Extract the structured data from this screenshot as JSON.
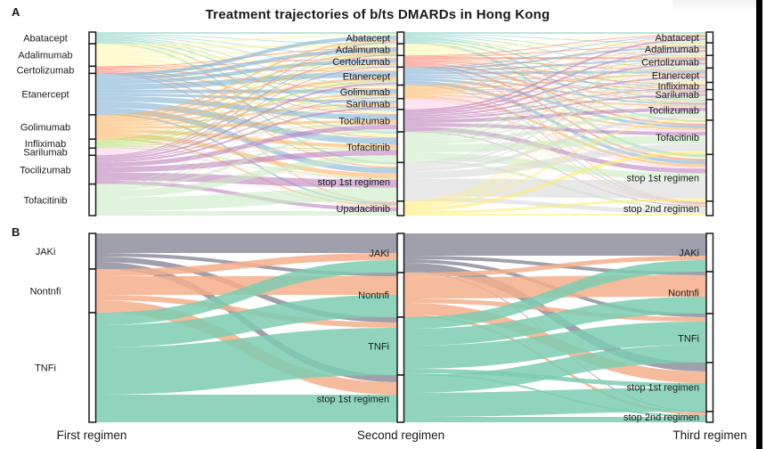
{
  "title": "Treatment trajectories of b/ts DMARDs in Hong Kong",
  "panels": [
    {
      "letter": "A"
    },
    {
      "letter": "B"
    }
  ],
  "axis_labels": [
    "First regimen",
    "Second regimen",
    "Third regimen"
  ],
  "chart_data": [
    {
      "panel": "A",
      "type": "sankey",
      "description": "Alluvial diagram of individual b/ts DMARD treatment trajectories across first, second and third regimens; flow values are relative band thicknesses read from the figure",
      "flow_format": "stages[s].matrix[sourceIndex][targetIndex] = flow from columns[s].nodes[sourceIndex] to columns[s+1].nodes[targetIndex]",
      "columns": [
        {
          "stage": "First regimen",
          "nodes": [
            {
              "label": "Abatacept",
              "color": "#8DD3C7"
            },
            {
              "label": "Adalimumab",
              "color": "#FBF7AC"
            },
            {
              "label": "Certolizumab",
              "color": "#FB8072"
            },
            {
              "label": "Etanercept",
              "color": "#80B1D3"
            },
            {
              "label": "Golimumab",
              "color": "#FDB462"
            },
            {
              "label": "Infliximab",
              "color": "#B3DE69"
            },
            {
              "label": "Sarilumab",
              "color": "#FCCDE5"
            },
            {
              "label": "Tocilizumab",
              "color": "#BC80BD"
            },
            {
              "label": "Tofacitinib",
              "color": "#CCEBC5"
            }
          ]
        },
        {
          "stage": "Second regimen",
          "nodes": [
            {
              "label": "Abatacept",
              "color": "#8DD3C7"
            },
            {
              "label": "Adalimumab",
              "color": "#FBF7AC"
            },
            {
              "label": "Certolizumab",
              "color": "#FB8072"
            },
            {
              "label": "Etanercept",
              "color": "#80B1D3"
            },
            {
              "label": "Golimumab",
              "color": "#FDB462"
            },
            {
              "label": "Sarilumab",
              "color": "#FCCDE5"
            },
            {
              "label": "Tocilizumab",
              "color": "#BC80BD"
            },
            {
              "label": "Tofacitinib",
              "color": "#CCEBC5"
            },
            {
              "label": "stop 1st regimen",
              "color": "#D9D9D9"
            },
            {
              "label": "Upadacitinib",
              "color": "#FFED6F"
            }
          ]
        },
        {
          "stage": "Third regimen",
          "nodes": [
            {
              "label": "Abatacept",
              "color": "#8DD3C7"
            },
            {
              "label": "Adalimumab",
              "color": "#FBF7AC"
            },
            {
              "label": "Certolizumab",
              "color": "#FB8072"
            },
            {
              "label": "Etanercept",
              "color": "#80B1D3"
            },
            {
              "label": "Infliximab",
              "color": "#B3DE69"
            },
            {
              "label": "Sarilumab",
              "color": "#FCCDE5"
            },
            {
              "label": "Tocilizumab",
              "color": "#BC80BD"
            },
            {
              "label": "Tofacitinib",
              "color": "#CCEBC5"
            },
            {
              "label": "stop 1st regimen",
              "color": "#D9D9D9"
            },
            {
              "label": "stop 2nd regimen",
              "color": "#BDBDBD"
            }
          ]
        }
      ],
      "stages": [
        {
          "matrix": [
            [
              2,
              1,
              1,
              1,
              1,
              1,
              2,
              2,
              2,
              0
            ],
            [
              2,
              3,
              2,
              3,
              3,
              1,
              3,
              4,
              3,
              1
            ],
            [
              0,
              1,
              1,
              1,
              1,
              0,
              1,
              1,
              1,
              1
            ],
            [
              4,
              4,
              4,
              6,
              4,
              3,
              6,
              7,
              6,
              2
            ],
            [
              2,
              2,
              2,
              3,
              2,
              2,
              3,
              4,
              5,
              2
            ],
            [
              1,
              1,
              1,
              2,
              1,
              1,
              1,
              1,
              1,
              0
            ],
            [
              0,
              0,
              1,
              1,
              1,
              1,
              1,
              1,
              1,
              1
            ],
            [
              1,
              1,
              1,
              2,
              1,
              2,
              5,
              6,
              9,
              4
            ],
            [
              1,
              0,
              0,
              1,
              1,
              1,
              3,
              8,
              15,
              5
            ]
          ]
        },
        {
          "matrix": [
            [
              2,
              1,
              1,
              1,
              0,
              1,
              2,
              2,
              3,
              0
            ],
            [
              1,
              2,
              1,
              1,
              2,
              0,
              1,
              2,
              2,
              1
            ],
            [
              1,
              1,
              2,
              1,
              1,
              1,
              1,
              2,
              2,
              1
            ],
            [
              1,
              2,
              2,
              3,
              1,
              1,
              2,
              3,
              4,
              1
            ],
            [
              1,
              1,
              1,
              2,
              1,
              1,
              2,
              2,
              3,
              1
            ],
            [
              1,
              1,
              1,
              1,
              1,
              1,
              1,
              2,
              2,
              1
            ],
            [
              2,
              2,
              2,
              2,
              1,
              2,
              4,
              4,
              5,
              1
            ],
            [
              1,
              2,
              2,
              2,
              1,
              2,
              4,
              9,
              8,
              3
            ],
            [
              1,
              1,
              1,
              2,
              0,
              1,
              4,
              8,
              20,
              5
            ],
            [
              1,
              1,
              1,
              1,
              0,
              1,
              2,
              4,
              3,
              2
            ]
          ]
        }
      ]
    },
    {
      "panel": "B",
      "type": "sankey",
      "description": "Alluvial diagram of treatment trajectories grouped by drug class (JAKi, non-TNFi, TNFi); flow values are relative band thicknesses read from the figure",
      "flow_format": "stages[s].matrix[sourceIndex][targetIndex] = flow from columns[s].nodes[sourceIndex] to columns[s+1].nodes[targetIndex]",
      "columns": [
        {
          "stage": "First regimen",
          "nodes": [
            {
              "label": "JAKi",
              "color": "#8F8F9E"
            },
            {
              "label": "Nontnfi",
              "color": "#F5AF8B"
            },
            {
              "label": "TNFi",
              "color": "#7CCDB2"
            }
          ]
        },
        {
          "stage": "Second regimen",
          "nodes": [
            {
              "label": "JAKi",
              "color": "#8F8F9E"
            },
            {
              "label": "Nontnfi",
              "color": "#F5AF8B"
            },
            {
              "label": "TNFi",
              "color": "#7CCDB2"
            },
            {
              "label": "stop 1st regimen",
              "color": "#7CCDB2"
            }
          ]
        },
        {
          "stage": "Third regimen",
          "nodes": [
            {
              "label": "JAKi",
              "color": "#8F8F9E"
            },
            {
              "label": "Nontnfi",
              "color": "#F5AF8B"
            },
            {
              "label": "TNFi",
              "color": "#7CCDB2"
            },
            {
              "label": "stop 1st regimen",
              "color": "#7CCDB2"
            },
            {
              "label": "stop 2nd regimen",
              "color": "#BDBDBD"
            }
          ]
        }
      ],
      "stages": [
        {
          "matrix": [
            [
              22,
              4,
              6,
              8
            ],
            [
              8,
              21,
              6,
              14
            ],
            [
              14,
              25,
              53,
              31
            ]
          ]
        },
        {
          "matrix": [
            [
              25,
              4,
              4,
              10,
              1
            ],
            [
              5,
              24,
              5,
              13,
              3
            ],
            [
              13,
              19,
              26,
              5,
              2
            ],
            [
              0,
              0,
              20,
              27,
              6
            ]
          ]
        }
      ]
    }
  ]
}
